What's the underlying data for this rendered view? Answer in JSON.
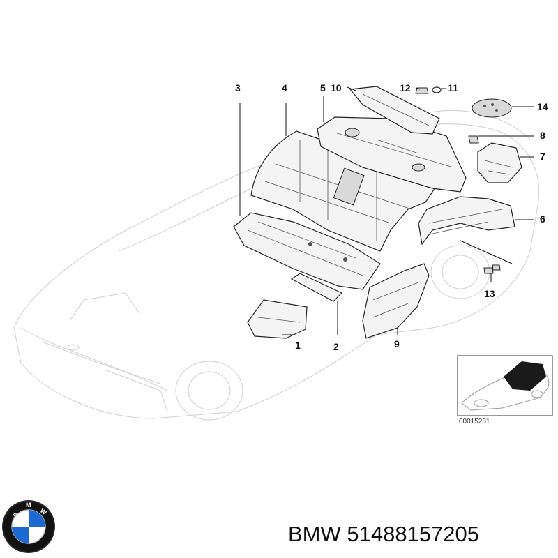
{
  "callouts": {
    "c1": "1",
    "c2": "2",
    "c3": "3",
    "c4": "4",
    "c5": "5",
    "c6": "6",
    "c7": "7",
    "c8": "8",
    "c9": "9",
    "c10": "10",
    "c11": "11",
    "c12": "12",
    "c13": "13",
    "c14": "14"
  },
  "inset": {
    "reference": "00015281"
  },
  "footer": {
    "brand_logo_text": "BMW",
    "part_label": "BMW 51488157205"
  },
  "colors": {
    "line": "#222222",
    "ghost": "#cfcfcf",
    "logo_blue": "#1c69d4",
    "logo_ring": "#111111"
  },
  "icons": {
    "logo": "bmw-roundel-icon"
  }
}
